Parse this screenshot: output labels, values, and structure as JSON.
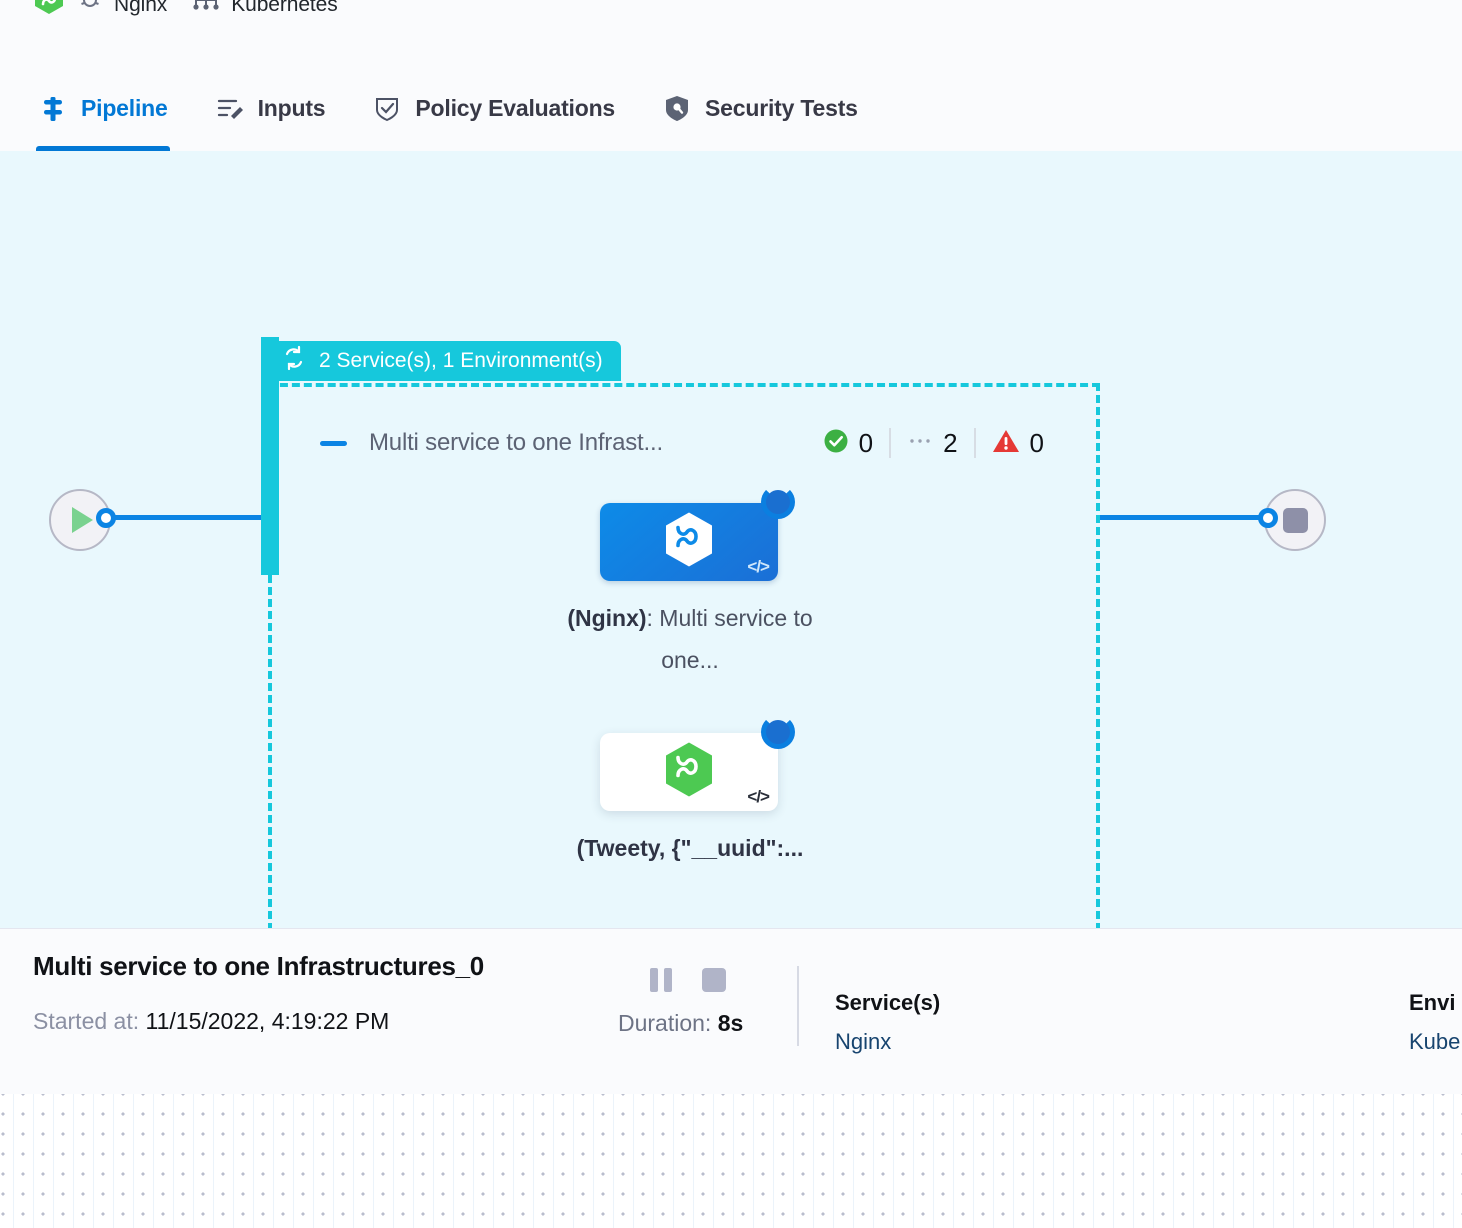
{
  "breadcrumbs": [
    {
      "icon": "harness-hexagon-logo",
      "secondary_icon": "gear-icon",
      "label": "Nginx"
    },
    {
      "icon": "kubernetes-icon",
      "label": "Kubernetes"
    }
  ],
  "tabs": [
    {
      "icon": "pipeline-icon",
      "label": "Pipeline",
      "active": true
    },
    {
      "icon": "inputs-icon",
      "label": "Inputs",
      "active": false
    },
    {
      "icon": "policy-shield-check-icon",
      "label": "Policy Evaluations",
      "active": false
    },
    {
      "icon": "security-shield-icon",
      "label": "Security Tests",
      "active": false
    }
  ],
  "canvas": {
    "start_node": {
      "icon": "play-icon"
    },
    "end_node": {
      "icon": "stop-icon"
    },
    "group": {
      "badge_icon": "loop-rollback-icon",
      "badge_label": "2 Service(s), 1 Environment(s)",
      "title": "Multi service to one Infrast...",
      "collapse_icon": "collapse-dash-icon",
      "counts": [
        {
          "icon": "success-check-icon",
          "value": "0"
        },
        {
          "icon": "running-dotted-icon",
          "value": "2"
        },
        {
          "icon": "warning-triangle-icon",
          "value": "0"
        }
      ],
      "nodes": [
        {
          "card_style": "selected-blue",
          "logo": "harness-hexagon-white-icon",
          "status_icon": "running-spinner-icon",
          "code_icon": "code-brackets-icon",
          "label_bold": "(Nginx)",
          "label_rest": ": Multi service to one..."
        },
        {
          "card_style": "white",
          "logo": "harness-hexagon-green-icon",
          "status_icon": "running-spinner-icon",
          "code_icon": "code-brackets-icon",
          "label_bold": "(Tweety, {\"__uuid\":...",
          "label_rest": ""
        }
      ]
    }
  },
  "detail": {
    "title": "Multi service to one Infrastructures_0",
    "started_label": "Started at:",
    "started_value": "11/15/2022, 4:19:22 PM",
    "pause_icon": "pause-icon",
    "stop_icon": "stop-square-icon",
    "duration_label": "Duration:",
    "duration_value": "8s",
    "services_head": "Service(s)",
    "services_value": "Nginx",
    "environments_head": "Envi",
    "environments_value": "Kube"
  },
  "colors": {
    "accent_blue": "#0278d5",
    "group_cyan": "#16c8dc",
    "canvas_bg": "#e9f8fd",
    "success_green": "#4aad52",
    "warning_red": "#e23c3c",
    "link_navy": "#17446f"
  }
}
